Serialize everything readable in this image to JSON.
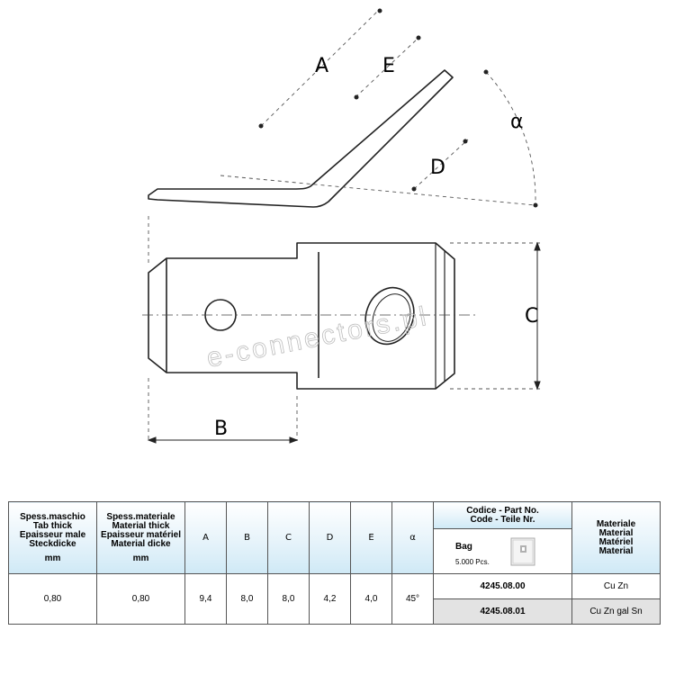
{
  "drawing": {
    "labels": {
      "a": "A",
      "b": "B",
      "c": "C",
      "d": "D",
      "e": "E",
      "alpha": "α"
    },
    "watermark": "e-connectors.pl"
  },
  "table": {
    "headers": {
      "tab_thick": [
        "Spess.maschio",
        "Tab thick",
        "Epaisseur male",
        "Steckdicke",
        "mm"
      ],
      "material_thick": [
        "Spess.materiale",
        "Material thick",
        "Epaisseur matériel",
        "Material dicke",
        "mm"
      ],
      "a": "A",
      "b": "B",
      "c": "C",
      "d": "D",
      "e": "E",
      "alpha": "α",
      "part_no": [
        "Codice - Part No.",
        "Code - Teile Nr."
      ],
      "bag": "Bag",
      "bag_qty": "5.000 Pcs.",
      "material": [
        "Materiale",
        "Material",
        "Matériel",
        "Material"
      ]
    },
    "values": {
      "tab_thick": "0,80",
      "material_thick": "0,80",
      "a": "9,4",
      "b": "8,0",
      "c": "8,0",
      "d": "4,2",
      "e": "4,0",
      "alpha": "45°"
    },
    "variants": [
      {
        "code": "4245.08.00",
        "material": "Cu Zn"
      },
      {
        "code": "4245.08.01",
        "material": "Cu Zn gal Sn"
      }
    ],
    "colors": {
      "header_blue": "#cfe9f6",
      "row_grey": "#e3e3e3"
    }
  }
}
